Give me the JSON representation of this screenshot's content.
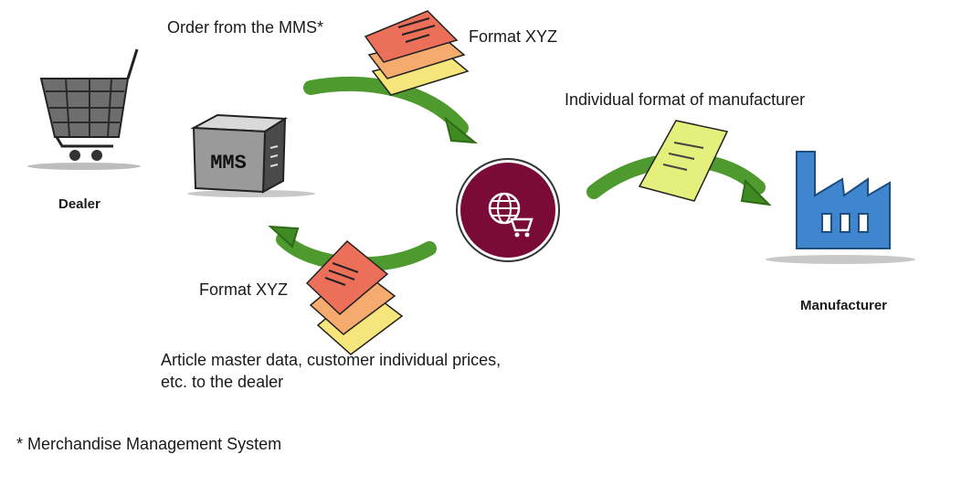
{
  "labels": {
    "order_from_mms": "Order from the MMS*",
    "format_xyz_top": "Format XYZ",
    "individual_format": "Individual format of manufacturer",
    "dealer": "Dealer",
    "format_xyz_bottom": "Format XYZ",
    "article_master_data": "Article master data, customer individual prices, etc. to the dealer",
    "manufacturer": "Manufacturer",
    "footnote": "* Merchandise Management System"
  },
  "mms_box_text": "MMS",
  "colors": {
    "arrow_green": "#4e9a2e",
    "arrow_dark": "#2e6a18",
    "hub": "#7a0a38",
    "factory": "#3f86cf",
    "doc_red": "#ec6f5a",
    "doc_orange": "#f6ab6e",
    "doc_yellow": "#f6e57a",
    "doc_lime": "#e5ef7c"
  },
  "icons": [
    "shopping-cart-icon",
    "mms-computer-icon",
    "globe-cart-icon",
    "factory-icon",
    "document-stack-icon"
  ]
}
